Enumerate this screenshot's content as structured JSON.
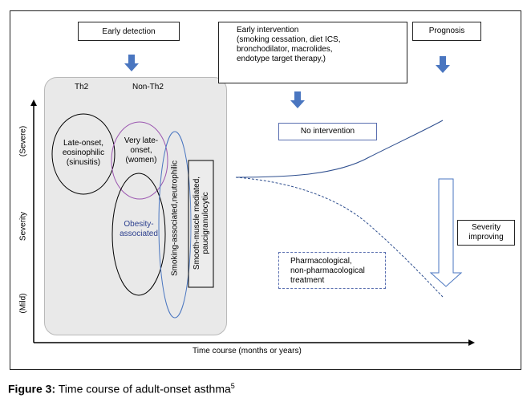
{
  "boxes": {
    "early_detection": "Early detection",
    "early_intervention_title": "Early intervention",
    "early_intervention_details": [
      "(smoking cessation, diet ICS,",
      "bronchodilator, macrolides,",
      "endotype target therapy,)"
    ],
    "prognosis": "Prognosis",
    "no_intervention": "No intervention",
    "severity_improving": [
      "Severity",
      "improving"
    ],
    "pharmacological": [
      "Pharmacological,",
      "non-pharmacological",
      "treatment"
    ]
  },
  "phenotype_headers": {
    "th2": "Th2",
    "non_th2": "Non-Th2"
  },
  "phenotypes": {
    "late_onset": [
      "Late-onset,",
      "eosinophilic",
      "(sinusitis)"
    ],
    "very_late_onset": [
      "Very late-",
      "onset,",
      "(women)"
    ],
    "obesity": [
      "Obesity-",
      "associated"
    ],
    "smoking": "Smoking-associated,neutrophilic",
    "smooth_muscle": [
      "Smooth-muscle mediated,",
      "paucigranulocytic"
    ]
  },
  "axes": {
    "y_label": "Severity",
    "y_top": "(Severe)",
    "y_bottom": "(Mild)",
    "x_label": "Time course (months or years)"
  },
  "caption": {
    "label": "Figure 3:",
    "text": " Time course of adult-onset asthma",
    "ref": "5"
  },
  "colors": {
    "arrow_blue": "#4a76c0",
    "line_blue": "#2f4f8f",
    "purple": "#9b57b0",
    "text_blue": "#2b3f8e"
  }
}
